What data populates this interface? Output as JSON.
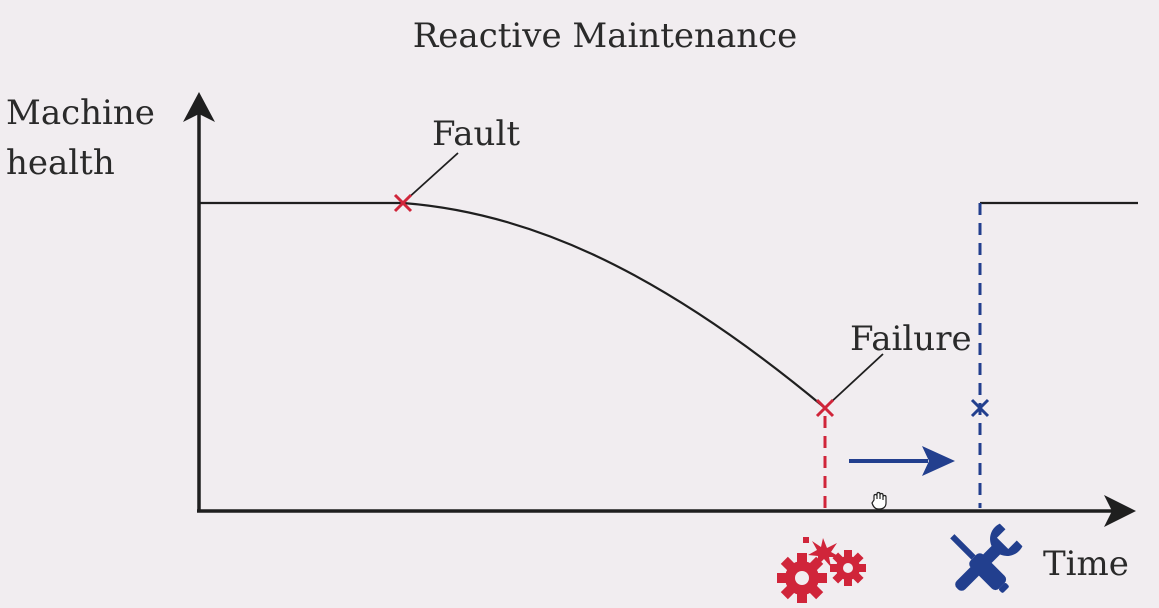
{
  "title": "Reactive Maintenance",
  "y_axis_label": {
    "line1": "Machine",
    "line2": "health"
  },
  "x_axis_label": "Time",
  "annotations": {
    "fault": "Fault",
    "failure": "Failure"
  },
  "icons": {
    "failure": "broken-gears-icon",
    "repair": "wrench-screwdriver-icon",
    "cursor": "hand-cursor-icon"
  },
  "colors": {
    "background": "#f1edf0",
    "curve": "#1f1f1f",
    "failure": "#d0253a",
    "repair": "#223f8e"
  }
}
